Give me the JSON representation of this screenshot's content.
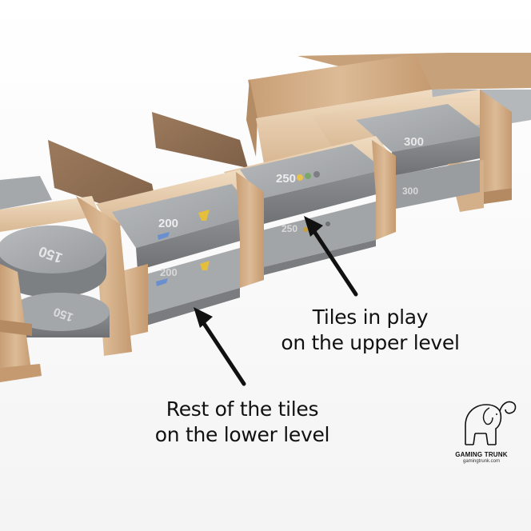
{
  "annotations": {
    "upper_line1": "Tiles in play",
    "upper_line2": "on the upper level",
    "lower_line1": "Rest of the tiles",
    "lower_line2": "on the lower level"
  },
  "tiles": {
    "values": [
      "200",
      "250",
      "300",
      "150",
      "150"
    ]
  },
  "brand": {
    "name": "GAMING TRUNK",
    "url": "gamingtrunk.com"
  },
  "icons": [
    "elephant-logo-icon",
    "arrow-icon"
  ],
  "colors": {
    "wood": "#d8b48e",
    "wood_dark": "#b48a62",
    "tile": "#a7aaad",
    "text": "#111111"
  }
}
